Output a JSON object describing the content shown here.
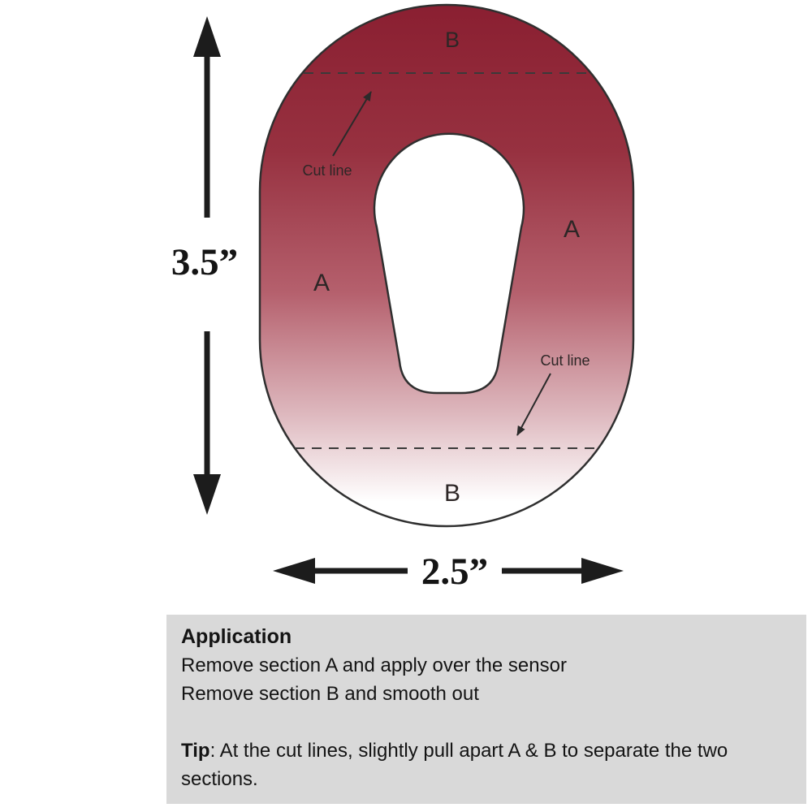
{
  "diagram": {
    "height_label": "3.5”",
    "width_label": "2.5”",
    "label_b_top": "B",
    "label_a_right": "A",
    "label_a_left": "A",
    "label_b_bottom": "B",
    "cut_line_top": "Cut line",
    "cut_line_bottom": "Cut line"
  },
  "colors": {
    "gradient_stops": [
      "#8a1f31",
      "#973140",
      "#b5606d",
      "#ddb7bd",
      "#ffffff"
    ],
    "outline": "#2f2f2f",
    "arrow_fill": "#1c1c1c",
    "instructions_bg": "#d9d9d9"
  },
  "instructions": {
    "title": "Application",
    "line1": "Remove section A and apply over the sensor",
    "line2": "Remove section B and smooth out",
    "tip_label": "Tip",
    "tip_text": ": At the cut lines, slightly pull apart A & B to separate the two sections."
  }
}
